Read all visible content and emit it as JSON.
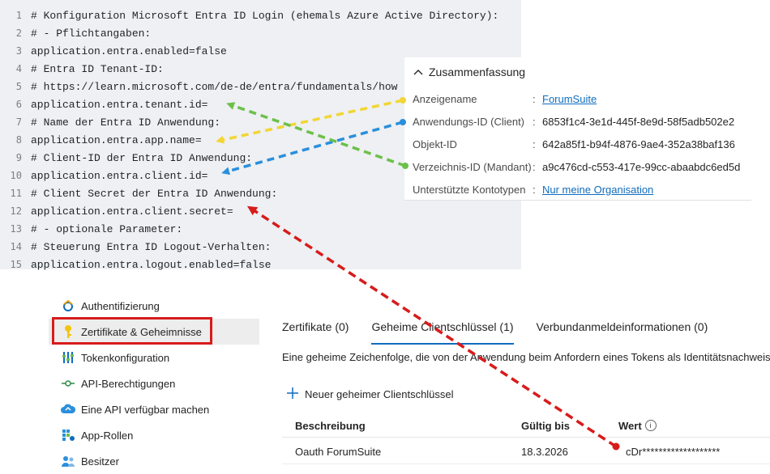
{
  "code": {
    "lines": [
      {
        "n": "1",
        "text": "# Konfiguration Microsoft Entra ID Login (ehemals Azure Active Directory):"
      },
      {
        "n": "2",
        "text": "# - Pflichtangaben:"
      },
      {
        "n": "3",
        "text": "application.entra.enabled=false"
      },
      {
        "n": "4",
        "text": "# Entra ID Tenant-ID:"
      },
      {
        "n": "5",
        "text": "# https://learn.microsoft.com/de-de/entra/fundamentals/how"
      },
      {
        "n": "6",
        "text": "application.entra.tenant.id="
      },
      {
        "n": "7",
        "text": "# Name der Entra ID Anwendung:"
      },
      {
        "n": "8",
        "text": "application.entra.app.name="
      },
      {
        "n": "9",
        "text": "# Client-ID der Entra ID Anwendung:"
      },
      {
        "n": "10",
        "text": "application.entra.client.id="
      },
      {
        "n": "11",
        "text": "# Client Secret der Entra ID Anwendung:"
      },
      {
        "n": "12",
        "text": "application.entra.client.secret="
      },
      {
        "n": "13",
        "text": "# - optionale Parameter:"
      },
      {
        "n": "14",
        "text": "# Steuerung Entra ID Logout-Verhalten:"
      },
      {
        "n": "15",
        "text": "application.entra.logout.enabled=false"
      }
    ]
  },
  "summary": {
    "title": "Zusammenfassung",
    "rows": [
      {
        "label": "Anzeigename",
        "value": "ForumSuite",
        "link": true
      },
      {
        "label": "Anwendungs-ID (Client)",
        "value": "6853f1c4-3e1d-445f-8e9d-58f5adb502e2",
        "link": false
      },
      {
        "label": "Objekt-ID",
        "value": "642a85f1-b94f-4876-9ae4-352a38baf136",
        "link": false
      },
      {
        "label": "Verzeichnis-ID (Mandant)",
        "value": "a9c476cd-c553-417e-99cc-abaabdc6ed5d",
        "link": false
      },
      {
        "label": "Unterstützte Kontotypen",
        "value": "Nur meine Organisation",
        "link": true
      }
    ]
  },
  "sidebar": {
    "items": [
      {
        "label": "Authentifizierung",
        "icon": "authentication-icon"
      },
      {
        "label": "Zertifikate & Geheimnisse",
        "icon": "key-icon"
      },
      {
        "label": "Tokenkonfiguration",
        "icon": "token-icon"
      },
      {
        "label": "API-Berechtigungen",
        "icon": "api-permissions-icon"
      },
      {
        "label": "Eine API verfügbar machen",
        "icon": "cloud-icon"
      },
      {
        "label": "App-Rollen",
        "icon": "app-roles-icon"
      },
      {
        "label": "Besitzer",
        "icon": "owners-icon"
      }
    ]
  },
  "tabs": [
    {
      "label": "Zertifikate (0)"
    },
    {
      "label": "Geheime Clientschlüssel (1)"
    },
    {
      "label": "Verbundanmeldeinformationen (0)"
    }
  ],
  "description": "Eine geheime Zeichenfolge, die von der Anwendung beim Anfordern eines Tokens als Identitätsnachweis",
  "add_button": "Neuer geheimer Clientschlüssel",
  "table": {
    "headers": {
      "description": "Beschreibung",
      "expires": "Gültig bis",
      "value": "Wert"
    },
    "rows": [
      {
        "description": "Oauth ForumSuite",
        "expires": "18.3.2026",
        "value": "cDr*******************"
      }
    ]
  },
  "colors": {
    "yellow_arrow": "#f2d634",
    "blue_arrow": "#2a8fdc",
    "green_arrow": "#6cc04a",
    "red_arrow": "#d81b1b",
    "link": "#0f6cbd"
  }
}
